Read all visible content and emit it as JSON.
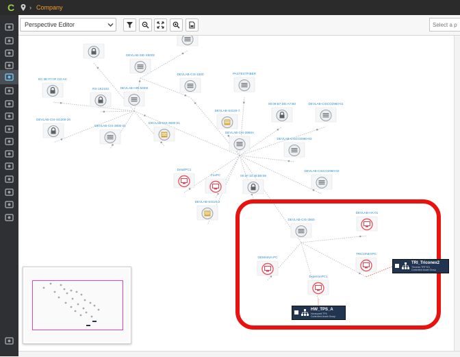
{
  "header": {
    "logo": "C",
    "location_icon": "pin-icon",
    "separator": "›",
    "context": "Company"
  },
  "toolbar": {
    "perspective_select": "Perspective Editor",
    "buttons": [
      {
        "name": "filter-button",
        "icon": "filter-icon"
      },
      {
        "name": "zoom-out-button",
        "icon": "zoom-out-icon"
      },
      {
        "name": "fit-button",
        "icon": "fit-screen-icon"
      },
      {
        "name": "zoom-in-button",
        "icon": "zoom-in-icon"
      },
      {
        "name": "export-button",
        "icon": "export-icon"
      }
    ],
    "search_placeholder": "Select a p"
  },
  "sidebar": {
    "items": [
      "dashboard-icon",
      "list-icon",
      "road-icon",
      "documents-icon",
      "topology-icon",
      "tools-icon",
      "bug-icon",
      "health-icon",
      "copy-icon",
      "user-icon",
      "org-chart-icon",
      "report-icon",
      "shield-icon",
      "eye-icon",
      "save-icon",
      "settings-icon",
      "collapse-icon"
    ]
  },
  "graph": {
    "nodes": [
      {
        "label": "",
        "type": "lock"
      },
      {
        "label": "",
        "type": "switch"
      },
      {
        "label": "DEVLAB-SIE-X5002",
        "type": "switch"
      },
      {
        "label": "EC:3E:F7:0F:CD:AC",
        "type": "lock"
      },
      {
        "label": "DEVLAB-HIR-M300",
        "type": "switch"
      },
      {
        "label": "DEVLAB-CIS-1500",
        "type": "switch"
      },
      {
        "label": "PASTESTFIBER",
        "type": "switch"
      },
      {
        "label": "RS-1K2102",
        "type": "lock"
      },
      {
        "label": "DEVLAB-CIS-SG200-26",
        "type": "lock"
      },
      {
        "label": "DEVLAB-CIS-3800-01",
        "type": "switch"
      },
      {
        "label": "DEVLAB-CIS-3600-01",
        "type": "plc"
      },
      {
        "label": "DEVLAB-SIG20-7",
        "type": "plc"
      },
      {
        "label": "00:09:B7:DD:A7:B0",
        "type": "lock"
      },
      {
        "label": "DEVLAB-CISCO2960-01",
        "type": "switch"
      },
      {
        "label": "DEVLAB-CIS-3950A",
        "type": "switch"
      },
      {
        "label": "DEVLAB-CISCO2960-03",
        "type": "switch"
      },
      {
        "label": "DetailPC1",
        "type": "pc"
      },
      {
        "label": "FoxPC",
        "type": "pc"
      },
      {
        "label": "00:1F:10:48:B9:09",
        "type": "lock"
      },
      {
        "label": "DEVLAB-CISCO2960-02",
        "type": "switch"
      },
      {
        "label": "DEVLAB-SIG20-2",
        "type": "plc"
      },
      {
        "label": "DEVLAB-CIS-3560",
        "type": "switch"
      },
      {
        "label": "DEVLAB-HA-01",
        "type": "pc"
      },
      {
        "label": "GEMAINA-PC",
        "type": "pc"
      },
      {
        "label": "TRICONEXPC",
        "type": "pc"
      },
      {
        "label": "ExperionPC1",
        "type": "pc"
      }
    ],
    "groups": [
      {
        "title": "TRI_Triconex2",
        "line1": "Triconex TRTY01",
        "line2": "Controlled Asset Group"
      },
      {
        "title": "HW_TPS_A",
        "line1": "Honeywell TPS",
        "line2": "Controlled Asset Group"
      }
    ]
  },
  "colors": {
    "highlight": "#e8120f",
    "accent": "#f29a2e",
    "node_label": "#2f8fcf",
    "group_card": "#213450",
    "minimap_view": "#e040b8"
  }
}
